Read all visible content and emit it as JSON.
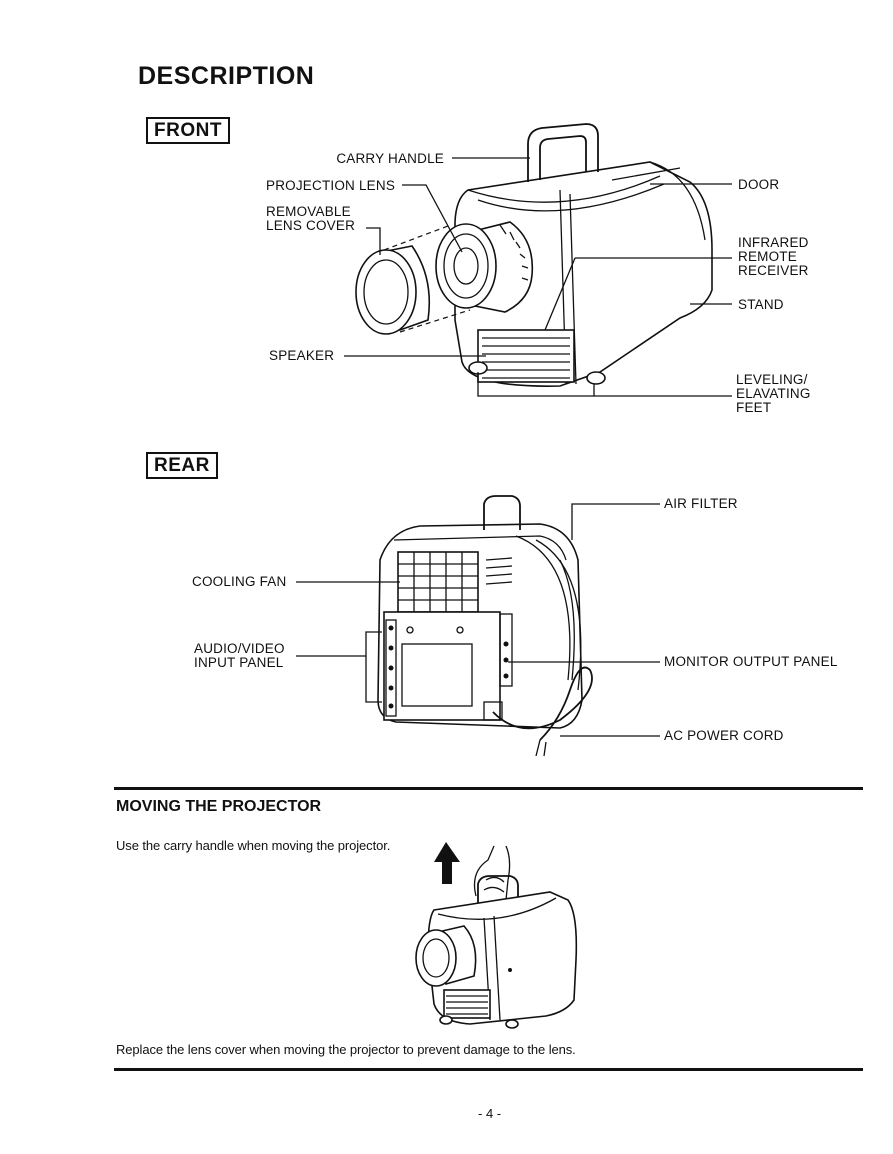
{
  "page": {
    "title": "DESCRIPTION",
    "page_number": "- 4 -"
  },
  "front": {
    "box_label": "FRONT",
    "callouts": {
      "carry_handle": "CARRY HANDLE",
      "projection_lens": "PROJECTION LENS",
      "removable_lens_cover": "REMOVABLE\nLENS COVER",
      "speaker": "SPEAKER",
      "door": "DOOR",
      "infrared_remote_receiver": "INFRARED\nREMOTE\nRECEIVER",
      "stand": "STAND",
      "leveling_feet": "LEVELING/\nELAVATING\nFEET"
    }
  },
  "rear": {
    "box_label": "REAR",
    "callouts": {
      "air_filter": "AIR FILTER",
      "cooling_fan": "COOLING FAN",
      "audio_video_input_panel": "AUDIO/VIDEO\nINPUT PANEL",
      "monitor_output_panel": "MONITOR OUTPUT PANEL",
      "ac_power_cord": "AC POWER CORD"
    }
  },
  "moving": {
    "heading": "MOVING THE PROJECTOR",
    "instruction": "Use the carry handle when moving the projector.",
    "note": "Replace the lens cover when moving the projector to prevent damage to the lens."
  },
  "icons": {
    "up_arrow": "up-arrow-icon",
    "hand": "hand-icon"
  }
}
